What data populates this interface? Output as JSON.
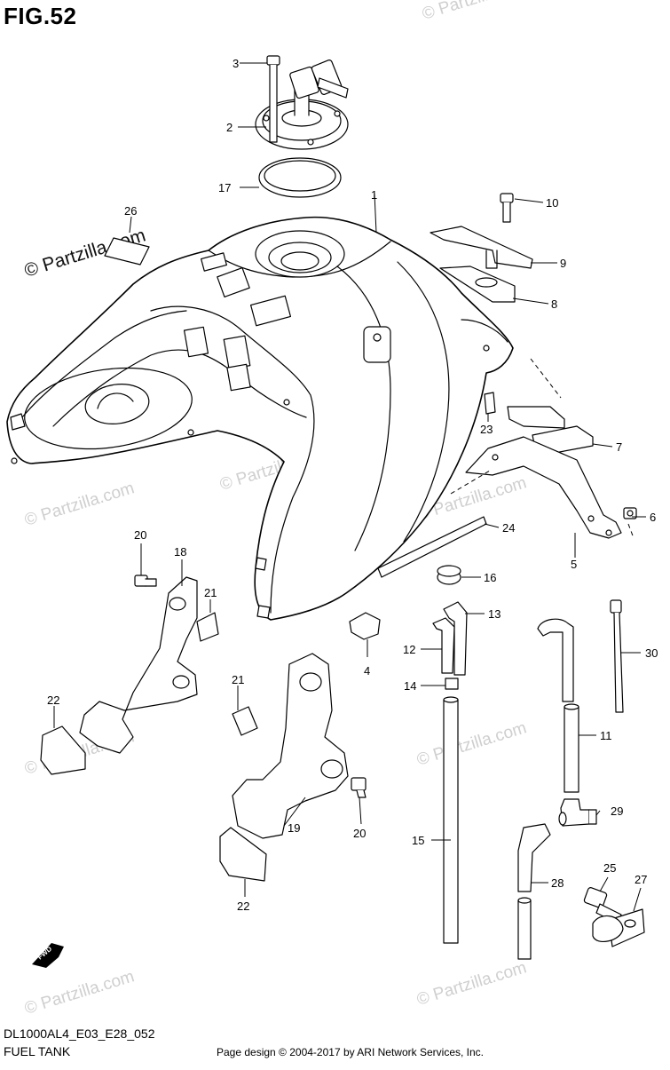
{
  "header": {
    "figure": "FIG.52"
  },
  "footer": {
    "diagram_code": "DL1000AL4_E03_E28_052",
    "diagram_name": "FUEL TANK",
    "copyright": "Page design © 2004-2017 by ARI Network Services, Inc."
  },
  "watermark": {
    "text": "© Partzilla.com",
    "color": "#cfcfcf"
  },
  "fwd_badge": "FWD",
  "callouts": [
    "1",
    "2",
    "3",
    "4",
    "5",
    "6",
    "7",
    "8",
    "9",
    "10",
    "11",
    "12",
    "13",
    "14",
    "15",
    "16",
    "17",
    "20",
    "18",
    "21",
    "22",
    "21",
    "19",
    "20",
    "22",
    "23",
    "24",
    "25",
    "26",
    "27",
    "28",
    "29",
    "30"
  ]
}
